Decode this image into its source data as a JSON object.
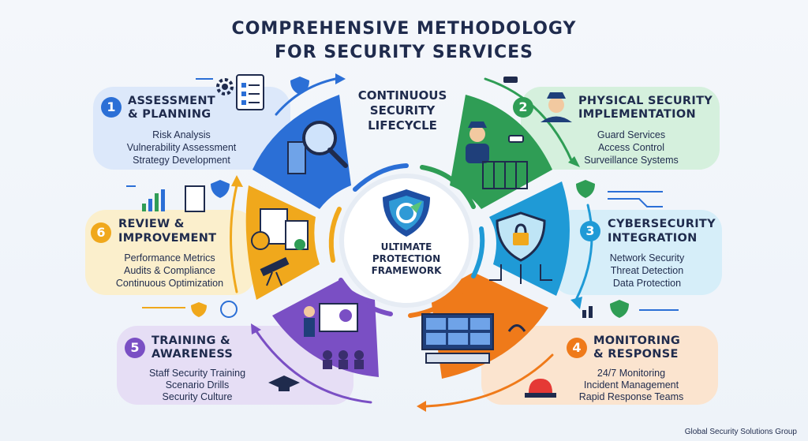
{
  "title": {
    "line1": "COMPREHENSIVE METHODOLOGY",
    "line2": "FOR SECURITY SERVICES"
  },
  "lifecycle": {
    "line1": "CONTINUOUS",
    "line2": "SECURITY",
    "line3": "LIFECYCLE"
  },
  "center": {
    "line1": "ULTIMATE",
    "line2": "PROTECTION",
    "line3": "FRAMEWORK"
  },
  "steps": [
    {
      "number": "1",
      "title1": "ASSESSMENT",
      "title2": "& PLANNING",
      "items": [
        "Risk Analysis",
        "Vulnerability Assessment",
        "Strategy Development"
      ],
      "color": "#2b6fd6",
      "bg": "#dce8fa"
    },
    {
      "number": "2",
      "title1": "PHYSICAL SECURITY",
      "title2": "IMPLEMENTATION",
      "items": [
        "Guard Services",
        "Access Control",
        "Surveillance Systems"
      ],
      "color": "#2f9d55",
      "bg": "#d5f0dd"
    },
    {
      "number": "3",
      "title1": "CYBERSECURITY",
      "title2": "INTEGRATION",
      "items": [
        "Network Security",
        "Threat Detection",
        "Data Protection"
      ],
      "color": "#1f9ad6",
      "bg": "#d6eef9"
    },
    {
      "number": "4",
      "title1": "MONITORING",
      "title2": "& RESPONSE",
      "items": [
        "24/7 Monitoring",
        "Incident Management",
        "Rapid Response Teams"
      ],
      "color": "#ef7a1a",
      "bg": "#fbe4cf"
    },
    {
      "number": "5",
      "title1": "TRAINING &",
      "title2": "AWARENESS",
      "items": [
        "Staff Security Training",
        "Scenario Drills",
        "Security Culture"
      ],
      "color": "#7a4fc4",
      "bg": "#e6def5"
    },
    {
      "number": "6",
      "title1": "REVIEW &",
      "title2": "IMPROVEMENT",
      "items": [
        "Performance Metrics",
        "Audits & Compliance",
        "Continuous Optimization"
      ],
      "color": "#f0a81c",
      "bg": "#fbefcc"
    }
  ],
  "icons": {
    "step1": [
      "checklist-icon",
      "gear-icon",
      "magnifier-building-icon",
      "shield-icon"
    ],
    "step2": [
      "security-guard-icon",
      "cctv-camera-icon",
      "gate-icon"
    ],
    "step3": [
      "shield-lock-icon",
      "circuit-icon"
    ],
    "step4": [
      "control-room-icon",
      "headset-icon",
      "alarm-light-icon"
    ],
    "step5": [
      "presenter-icon",
      "audience-icon",
      "graduation-cap-icon"
    ],
    "step6": [
      "report-chart-icon",
      "telescope-icon",
      "bar-chart-icon"
    ]
  },
  "footer": "Global Security Solutions Group"
}
